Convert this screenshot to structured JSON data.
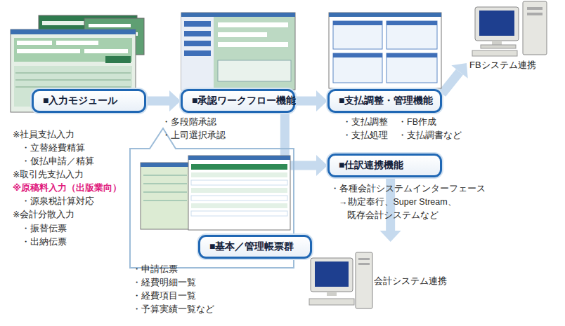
{
  "diagram": {
    "nodes": [
      {
        "text": [
          "■入力モジュール"
        ]
      },
      {
        "text": [
          "■承認ワークフロー機能"
        ]
      },
      {
        "text": [
          "■支払調整・管理機能"
        ]
      },
      {
        "text": [
          "FBシステム連携"
        ]
      },
      {
        "text": [
          "■仕訳連携機能"
        ]
      },
      {
        "text": [
          "■基本／管理帳票群"
        ]
      },
      {
        "text": [
          "会計システム連携"
        ]
      }
    ],
    "edges": [
      {
        "from": 0,
        "to": 1,
        "arrow": "to"
      },
      {
        "from": 1,
        "to": 2,
        "arrow": "to"
      },
      {
        "from": 2,
        "to": 3,
        "arrow": "to"
      },
      {
        "from": 1,
        "to": 4,
        "arrow": "to"
      },
      {
        "from": 4,
        "to": 6,
        "arrow": "to"
      }
    ],
    "labels": [
      "※社員支払入力",
      "・立替経費精算",
      "・仮払申請／精算",
      "※取引先支払入力",
      "※原稿料入力（出版業向）",
      "・源泉税計算対応",
      "※会計分散入力",
      "・振替伝票",
      "・出納伝票",
      "・多段階承認",
      "・上司選択承認",
      "・支払調整",
      "・FB作成",
      "・支払処理",
      "・支払調書など",
      "・各種会計システムインターフェース",
      "→勘定奉行、Super Stream、",
      "既存会計システムなど",
      "・申請伝票",
      "・経費明細一覧",
      "・経費項目一覧",
      "・予算実績一覧など"
    ]
  }
}
